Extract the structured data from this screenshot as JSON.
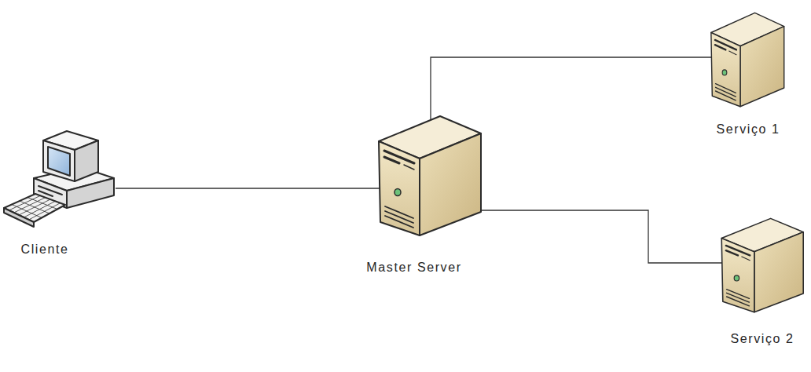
{
  "diagram": {
    "nodes": [
      {
        "text": [
          "Cliente"
        ]
      },
      {
        "text": [
          "Master Server"
        ]
      },
      {
        "text": [
          "Serviço 1"
        ]
      },
      {
        "text": [
          "Serviço 2"
        ]
      }
    ],
    "edges": [
      {
        "from": 0,
        "to": 1,
        "arrow": "none"
      },
      {
        "from": 1,
        "to": 2,
        "arrow": "none"
      },
      {
        "from": 1,
        "to": 3,
        "arrow": "none"
      }
    ]
  }
}
